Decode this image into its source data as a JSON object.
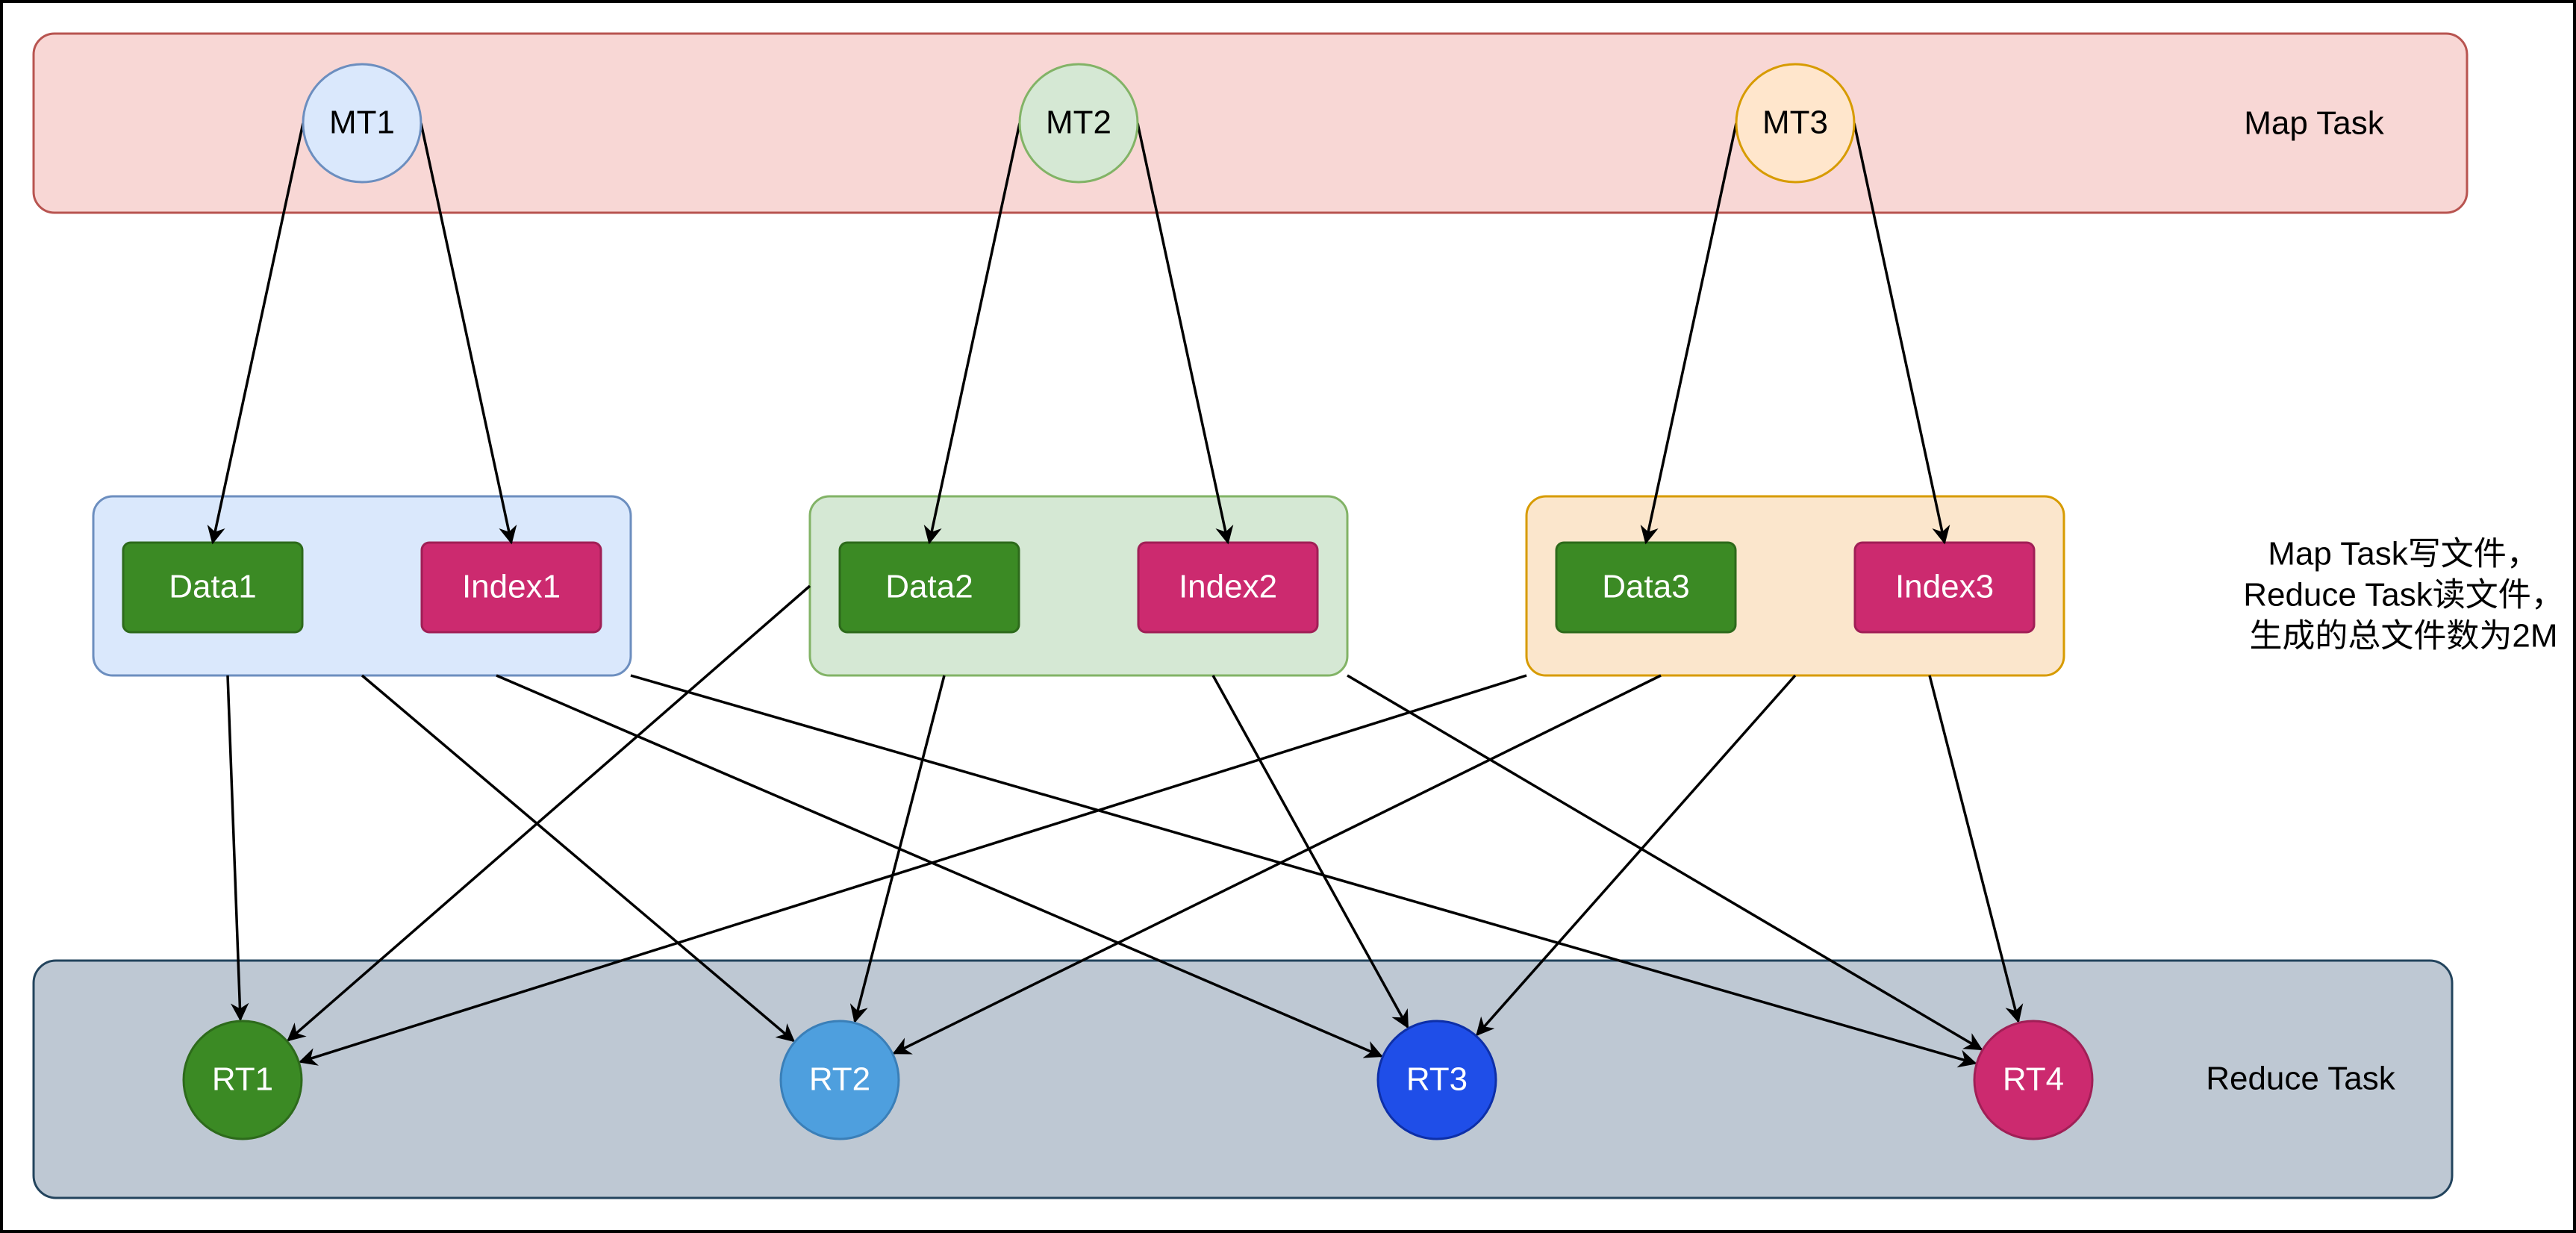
{
  "map_band": {
    "label": "Map Task",
    "fill": "#f8d7d5",
    "stroke": "#b85450"
  },
  "reduce_band": {
    "label": "Reduce Task",
    "fill": "#bec8d3",
    "stroke": "#23445d"
  },
  "map_tasks": [
    {
      "id": "mt1",
      "label": "MT1",
      "fill": "#dae8fc",
      "stroke": "#6c8ebf"
    },
    {
      "id": "mt2",
      "label": "MT2",
      "fill": "#d5e8d4",
      "stroke": "#82b366"
    },
    {
      "id": "mt3",
      "label": "MT3",
      "fill": "#ffe6cc",
      "stroke": "#d79b00"
    }
  ],
  "file_groups": [
    {
      "id": "g1",
      "fill": "#dae8fc",
      "stroke": "#6c8ebf",
      "data_label": "Data1",
      "index_label": "Index1"
    },
    {
      "id": "g2",
      "fill": "#d5e8d4",
      "stroke": "#82b366",
      "data_label": "Data2",
      "index_label": "Index2"
    },
    {
      "id": "g3",
      "fill": "#fbe6cc",
      "stroke": "#d79b00",
      "data_label": "Data3",
      "index_label": "Index3"
    }
  ],
  "file_colors": {
    "data_fill": "#3b8a24",
    "data_stroke": "#2d6a1b",
    "index_fill": "#cc2a6f",
    "index_stroke": "#a01f56"
  },
  "reduce_tasks": [
    {
      "id": "rt1",
      "label": "RT1",
      "fill": "#3b8a24",
      "stroke": "#2d6a1b"
    },
    {
      "id": "rt2",
      "label": "RT2",
      "fill": "#4e9fde",
      "stroke": "#3a7fb8"
    },
    {
      "id": "rt3",
      "label": "RT3",
      "fill": "#1f4ee8",
      "stroke": "#0d2fa8"
    },
    {
      "id": "rt4",
      "label": "RT4",
      "fill": "#cc2a6f",
      "stroke": "#a01f56"
    }
  ],
  "note": {
    "lines": [
      "Map Task写文件，",
      "Reduce Task读文件，",
      "生成的总文件数为2M"
    ]
  },
  "edges": [
    {
      "from": "mt1",
      "to": "data1"
    },
    {
      "from": "mt1",
      "to": "index1"
    },
    {
      "from": "mt2",
      "to": "data2"
    },
    {
      "from": "mt2",
      "to": "index2"
    },
    {
      "from": "mt3",
      "to": "data3"
    },
    {
      "from": "mt3",
      "to": "index3"
    },
    {
      "from": "g1",
      "to": "rt1"
    },
    {
      "from": "g1",
      "to": "rt2"
    },
    {
      "from": "g1",
      "to": "rt3"
    },
    {
      "from": "g1",
      "to": "rt4"
    },
    {
      "from": "g2",
      "to": "rt1"
    },
    {
      "from": "g2",
      "to": "rt2"
    },
    {
      "from": "g2",
      "to": "rt3"
    },
    {
      "from": "g2",
      "to": "rt4"
    },
    {
      "from": "g3",
      "to": "rt1"
    },
    {
      "from": "g3",
      "to": "rt2"
    },
    {
      "from": "g3",
      "to": "rt3"
    },
    {
      "from": "g3",
      "to": "rt4"
    }
  ]
}
